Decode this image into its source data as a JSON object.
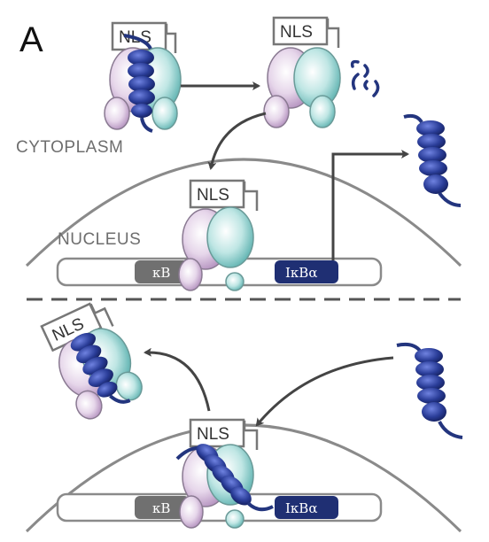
{
  "panel_label": "A",
  "regions": {
    "cytoplasm": "CYTOPLASM",
    "nucleus": "NUCLEUS"
  },
  "labels": {
    "nls": "NLS",
    "kb_site": "κB",
    "ikba_gene": "IκBα"
  },
  "colors": {
    "ikba_blue": "#23357e",
    "ikba_highlight": "#5b6fd0",
    "subunit_purple": "#c9a8d0",
    "subunit_teal": "#7cc6c4",
    "membrane": "#8a8a8a",
    "arrow": "#444444",
    "dna_site_grey": "#707070",
    "ikba_gene_box": "#1f2f73"
  },
  "icons": [
    "nf-kb-ikba-complex",
    "free-nf-kb-dimer",
    "degraded-ikba-fragments",
    "ikba-coil",
    "dna-strand"
  ]
}
